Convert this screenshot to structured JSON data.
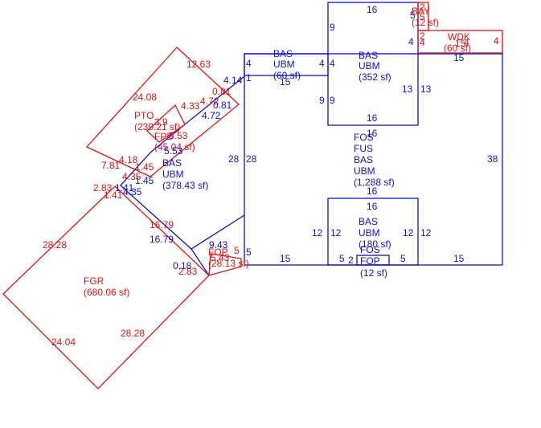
{
  "colors": {
    "blue": "#1010cc",
    "red": "#dd1111",
    "background": "#ffffff"
  },
  "areas": {
    "bas_352": [
      "BAS",
      "UBM",
      "(352 sf)"
    ],
    "bas_60": [
      "BAS",
      "UBM",
      "(60 sf)"
    ],
    "fop_12": [
      "FOS",
      "FOP",
      "(12 sf)"
    ],
    "wdk": [
      "WDK",
      "(60 sf)"
    ],
    "bay": [
      "BAY",
      "(12 sf)"
    ],
    "pto": [
      "PTO",
      "(239.21 sf)"
    ],
    "fpd": [
      "FPD",
      "(45.04 sf)"
    ],
    "bas_378": [
      "BAS",
      "UBM",
      "(378.43 sf)"
    ],
    "main": [
      "FOS",
      "FUS",
      "BAS",
      "UBM",
      "(1,288 sf)"
    ],
    "bas_180": [
      "BAS",
      "UBM",
      "(180 sf)"
    ],
    "fgr": [
      "FGR",
      "(680.06 sf)"
    ],
    "fop_red": [
      "FOP",
      "(28.13 sf)"
    ]
  },
  "dims": {
    "b_top_16": "16",
    "b_top_9a": "9",
    "b_top_4a": "4",
    "b_top_4b": "4",
    "b_top_9b": "9",
    "b_top_9c": "9",
    "b_top_13a": "13",
    "b_top_13b": "13",
    "b_top_16b": "16",
    "b_5a": "5",
    "b_16c": "16",
    "b_4c": "4",
    "b_4d": "4",
    "b_1": "1",
    "b_15a": "15",
    "b_414": "4.14",
    "b_15b": "15",
    "b_38": "38",
    "b_28a": "28",
    "b_28b": "28",
    "b_16d": "16",
    "b_16e": "16",
    "b_12a": "12",
    "b_12b": "12",
    "b_12c": "12",
    "b_12d": "12",
    "b_15c": "15",
    "b_15d": "15",
    "b_5b": "5",
    "b_2": "2",
    "b_5c": "5",
    "b_5d": "5",
    "b_943": "9.43",
    "b_1679": "16.79",
    "b_018": "0.18",
    "b_472": "4.72",
    "b_081": "0.81",
    "b_553": "5.53",
    "b_145": "1.45",
    "b_435": "4.35",
    "b_141": "1.41",
    "r_1263": "12.63",
    "r_2408": "24.08",
    "r_081": "0.81",
    "r_472": "4.72",
    "r_433": "4.33",
    "r_39": "3.9",
    "r_553": "5.53",
    "r_418": "4.18",
    "r_781": "7.81",
    "r_145": "1.45",
    "r_435": "4.35",
    "r_283a": "2.83",
    "r_141": "1.41",
    "r_1679": "16.79",
    "r_2828a": "28.28",
    "r_2828b": "28.28",
    "r_2404": "24.04",
    "r_283b": "2.83",
    "r_5": "5",
    "r_543": "5.43",
    "r_2a": "2",
    "r_5b": "5",
    "r_2b": "2",
    "r_4a": "4",
    "r_4b": "4",
    "r_15": "15",
    "r_4c": "4"
  }
}
